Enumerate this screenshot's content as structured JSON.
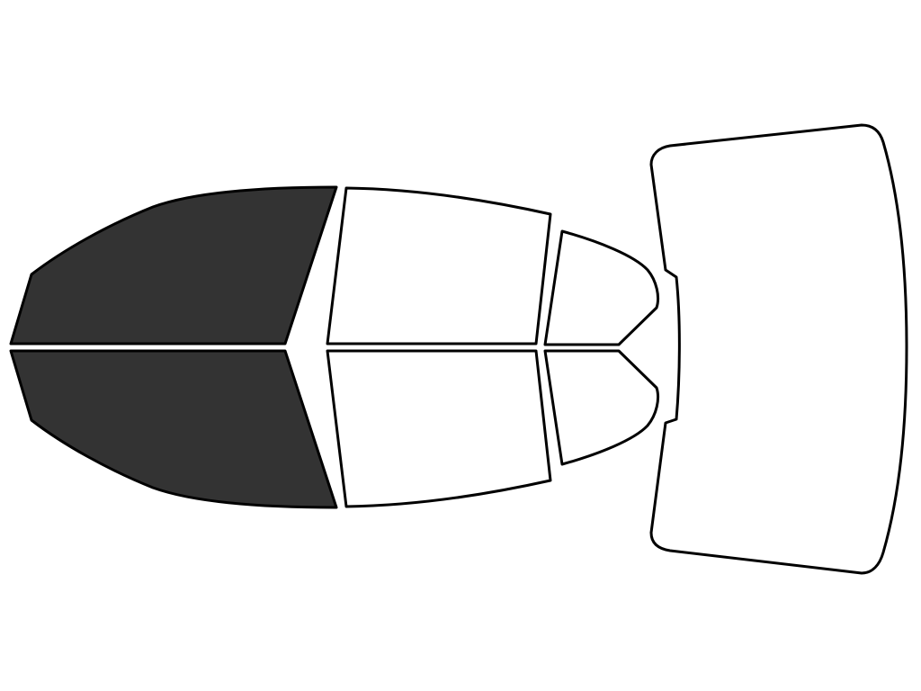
{
  "colors": {
    "tinted": "#333333",
    "clear": "#ffffff",
    "outline": "#000000",
    "background": "#ffffff"
  },
  "windows": [
    {
      "id": "front-left-door-window",
      "tinted": true
    },
    {
      "id": "front-right-door-window",
      "tinted": true
    },
    {
      "id": "rear-left-door-window",
      "tinted": false
    },
    {
      "id": "rear-right-door-window",
      "tinted": false
    },
    {
      "id": "rear-left-quarter-window",
      "tinted": false
    },
    {
      "id": "rear-right-quarter-window",
      "tinted": false
    },
    {
      "id": "rear-windshield",
      "tinted": false
    }
  ]
}
